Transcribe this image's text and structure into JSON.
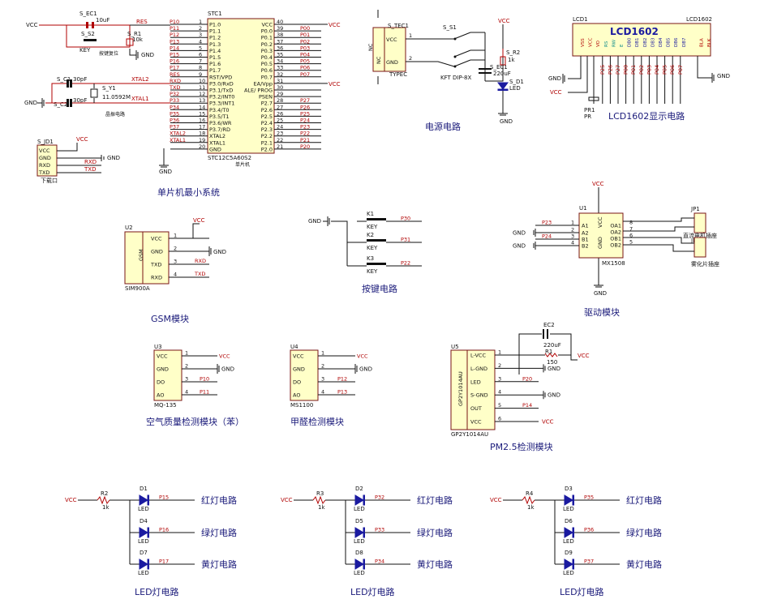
{
  "captions": {
    "mcu": "单片机最小系统",
    "power": "电源电路",
    "lcd": "LCD1602显示电路",
    "gsm": "GSM模块",
    "keys": "按键电路",
    "driver": "驱动模块",
    "air": "空气质量检测模块（苯）",
    "hcho": "甲醛检测模块",
    "pm25": "PM2.5检测模块",
    "led1": "LED灯电路",
    "led2": "LED灯电路",
    "led3": "LED灯电路"
  },
  "mcu": {
    "ref": "STC1",
    "part": "STC12C5A60S2",
    "sub": "单片机",
    "left_pins": [
      "P1.0",
      "P1.1",
      "P1.2",
      "P1.3",
      "P1.4",
      "P1.5",
      "P1.6",
      "P1.7",
      "RST/VPD",
      "P3.0/RxD",
      "P3.1/TxD",
      "P3.2/INT0",
      "P3.3/INT1",
      "P3.4/T0",
      "P3.5/T1",
      "P3.6/WR",
      "P3.7/RD",
      "XTAL2",
      "XTAL1",
      "GND"
    ],
    "left_nums": [
      "1",
      "2",
      "3",
      "4",
      "5",
      "6",
      "7",
      "8",
      "9",
      "10",
      "11",
      "12",
      "13",
      "14",
      "15",
      "16",
      "17",
      "18",
      "19",
      "20"
    ],
    "left_nets": [
      "P10",
      "P11",
      "P12",
      "P13",
      "P14",
      "P15",
      "P16",
      "P17",
      "RES",
      "RXD",
      "TXD",
      "P32",
      "P33",
      "P34",
      "P35",
      "P36",
      "P37",
      "XTAL2",
      "XTAL1",
      ""
    ],
    "right_pins": [
      "VCC",
      "P0.0",
      "P0.1",
      "P0.2",
      "P0.3",
      "P0.4",
      "P0.5",
      "P0.6",
      "P0.7",
      "EA/Vpp",
      "ALE/ PROG",
      "PSEN",
      "P2.7",
      "P2.6",
      "P2.5",
      "P2.4",
      "P2.3",
      "P2.2",
      "P2.1",
      "P2.0"
    ],
    "right_nums": [
      "40",
      "39",
      "38",
      "37",
      "36",
      "35",
      "34",
      "33",
      "32",
      "31",
      "30",
      "29",
      "28",
      "27",
      "26",
      "25",
      "24",
      "23",
      "22",
      "21"
    ],
    "right_nets": [
      "",
      "P00",
      "P01",
      "P02",
      "P03",
      "P04",
      "P05",
      "P06",
      "P07",
      "",
      "",
      "",
      "P27",
      "P26",
      "P25",
      "P24",
      "P23",
      "P22",
      "P21",
      "P20"
    ]
  },
  "reset": {
    "vcc": "VCC",
    "cap": "S_EC1",
    "cap_val": "10uF",
    "res": "RES",
    "key": "S_S2",
    "key_lbl": "KEY",
    "key_note": "按键复位",
    "r": "S_R1",
    "r_val": "10k",
    "gnd": "GND"
  },
  "crystal": {
    "c1": "S_C1",
    "c1v": "30pF",
    "c2": "S_C2",
    "c2v": "30pF",
    "y": "S_Y1",
    "yv": "11.0592M",
    "note": "晶振电路",
    "x2": "XTAL2",
    "x1": "XTAL1",
    "gnd": "GND"
  },
  "dl": {
    "ref": "S_JD1",
    "pins": [
      "VCC",
      "GND",
      "RXD",
      "TXD"
    ],
    "nets": [
      "VCC",
      "GND",
      "RXD",
      "TXD"
    ],
    "lbl": "下载口"
  },
  "power": {
    "ref": "S_TEC1",
    "p1": "VCC",
    "p2": "GND",
    "nc": "NC",
    "type": "TYPEC",
    "n1": "1",
    "n2": "2",
    "sw": "S_S1",
    "sw_lbl": "KFT DIP-8X",
    "ec": "S_EC1",
    "ecv": "220uF",
    "r": "S_R2",
    "rv": "1k",
    "d": "S_D1",
    "dv": "LED",
    "vcc": "VCC",
    "gnd": "GND"
  },
  "lcd": {
    "ref": "LCD1",
    "title": "LCD1602",
    "part": "LCD1602",
    "pins": [
      "VSS",
      "VCC",
      "VO",
      "RS",
      "RW",
      "E",
      "DB0",
      "DB1",
      "DB2",
      "DB3",
      "DB4",
      "DB5",
      "DB6",
      "DB7",
      "BLA",
      "BLK"
    ],
    "nets": [
      "P25",
      "P26",
      "P27",
      "P00",
      "P01",
      "P02",
      "P03",
      "P04",
      "P05",
      "P06",
      "P07"
    ],
    "pr": "PR1",
    "prv": "PR",
    "gnd": "GND",
    "vcc": "VCC"
  },
  "gsm": {
    "ref": "U2",
    "part": "SIM900A",
    "lbl": "GSM",
    "pins": [
      "VCC",
      "GND",
      "TXD",
      "RXD"
    ],
    "nums": [
      "1",
      "2",
      "3",
      "4"
    ],
    "nets": [
      "VCC",
      "GND",
      "RXD",
      "TXD"
    ]
  },
  "keys": {
    "gnd": "GND",
    "items": [
      {
        "ref": "K1",
        "lbl": "KEY",
        "net": "P30"
      },
      {
        "ref": "K2",
        "lbl": "KEY",
        "net": "P31"
      },
      {
        "ref": "K3",
        "lbl": "KEY",
        "net": "P22"
      }
    ]
  },
  "driver": {
    "ref": "U1",
    "part": "MX1508",
    "vcc": "VCC",
    "gnd": "GND",
    "in": [
      "A1",
      "A2",
      "B1",
      "B2"
    ],
    "in_nums": [
      "1",
      "2",
      "3",
      "4"
    ],
    "in_nets": [
      "P23",
      "GND",
      "P24",
      "GND"
    ],
    "out": [
      "OA1",
      "OA2",
      "OB1",
      "OB2"
    ],
    "out_nums": [
      "8",
      "7",
      "6",
      "5"
    ],
    "jp1": "JP1",
    "jp1_lbl": "直流电机插座",
    "jp2": "JP2",
    "jp2_lbl": "雾化片插座"
  },
  "air": {
    "ref": "U3",
    "part": "MQ-135",
    "pins": [
      "VCC",
      "GND",
      "DO",
      "AO"
    ],
    "nums": [
      "1",
      "2",
      "3",
      "4"
    ],
    "nets": [
      "VCC",
      "GND",
      "P10",
      "P11"
    ]
  },
  "hcho": {
    "ref": "U4",
    "part": "MS1100",
    "pins": [
      "VCC",
      "GND",
      "DO",
      "AO"
    ],
    "nums": [
      "1",
      "2",
      "3",
      "4"
    ],
    "nets": [
      "VCC",
      "GND",
      "P12",
      "P13"
    ]
  },
  "pm": {
    "ref": "U5",
    "part": "GP2Y1014AU",
    "vlbl": "GP2Y1014AU",
    "pins": [
      "L-VCC",
      "L-GND",
      "LED",
      "S-GND",
      "OUT",
      "VCC"
    ],
    "nums": [
      "1",
      "2",
      "3",
      "4",
      "5",
      "6"
    ],
    "nets": [
      "",
      "GND",
      "P20",
      "GND",
      "P14",
      "VCC"
    ],
    "ec": "EC2",
    "ecv": "220uF",
    "r": "R1",
    "rv": "150",
    "vcc": "VCC"
  },
  "leds": [
    {
      "vcc": "VCC",
      "r": "R2",
      "rv": "1k",
      "items": [
        {
          "d": "D1",
          "n": "P15",
          "c": "红灯电路"
        },
        {
          "d": "D4",
          "n": "P16",
          "c": "绿灯电路"
        },
        {
          "d": "D7",
          "n": "P17",
          "c": "黄灯电路"
        }
      ],
      "led": "LED"
    },
    {
      "vcc": "VCC",
      "r": "R3",
      "rv": "1k",
      "items": [
        {
          "d": "D2",
          "n": "P32",
          "c": "红灯电路"
        },
        {
          "d": "D5",
          "n": "P33",
          "c": "绿灯电路"
        },
        {
          "d": "D8",
          "n": "P34",
          "c": "黄灯电路"
        }
      ],
      "led": "LED"
    },
    {
      "vcc": "VCC",
      "r": "R4",
      "rv": "1k",
      "items": [
        {
          "d": "D3",
          "n": "P35",
          "c": "红灯电路"
        },
        {
          "d": "D6",
          "n": "P36",
          "c": "绿灯电路"
        },
        {
          "d": "D9",
          "n": "P37",
          "c": "黄灯电路"
        }
      ],
      "led": "LED"
    }
  ]
}
